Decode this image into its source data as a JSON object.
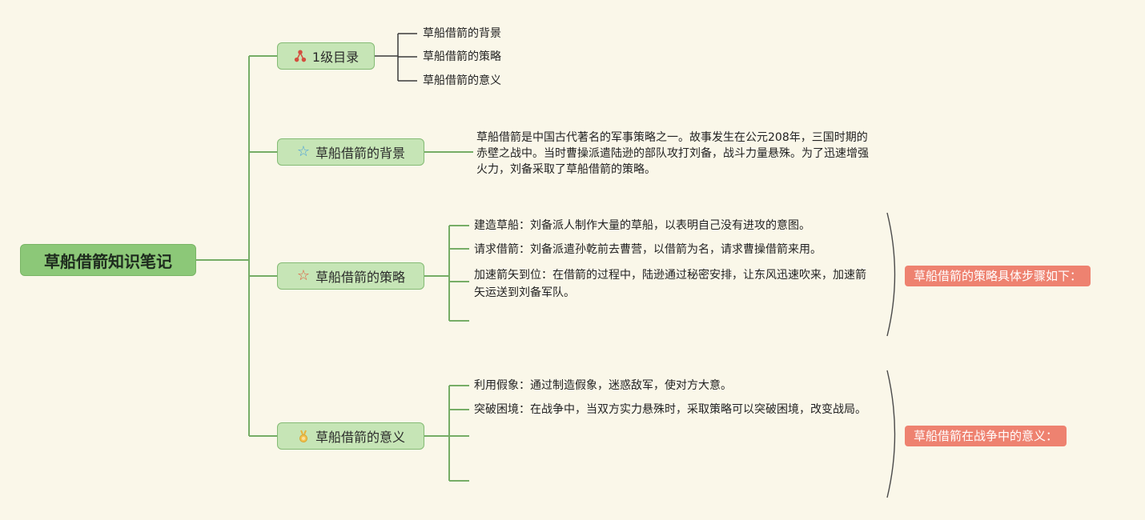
{
  "root": {
    "label": "草船借箭知识笔记"
  },
  "branches": [
    {
      "label": "1级目录",
      "icon": "sitemap-icon",
      "children": [
        "草船借箭的背景",
        "草船借箭的策略",
        "草船借箭的意义"
      ]
    },
    {
      "label": "草船借箭的背景",
      "icon": "star-icon",
      "children": [
        "草船借箭是中国古代著名的军事策略之一。故事发生在公元208年，三国时期的赤壁之战中。当时曹操派遣陆逊的部队攻打刘备，战斗力量悬殊。为了迅速增强火力，刘备采取了草船借箭的策略。"
      ]
    },
    {
      "label": "草船借箭的策略",
      "icon": "star-icon",
      "children": [
        "建造草船：刘备派人制作大量的草船，以表明自己没有进攻的意图。",
        "请求借箭：刘备派遣孙乾前去曹营，以借箭为名，请求曹操借箭来用。",
        "加速箭矢到位：在借箭的过程中，陆逊通过秘密安排，让东风迅速吹来，加速箭矢运送到刘备军队。"
      ],
      "callout": "草船借箭的策略具体步骤如下："
    },
    {
      "label": "草船借箭的意义",
      "icon": "medal-icon",
      "children": [
        "利用假象：通过制造假象，迷惑敌军，使对方大意。",
        "突破困境：在战争中，当双方实力悬殊时，采取策略可以突破困境，改变战局。"
      ],
      "callout": "草船借箭在战争中的意义："
    }
  ],
  "colors": {
    "background": "#faf7e9",
    "root_node": "#8cc878",
    "branch_node": "#c6e5b6",
    "branch_border": "#84bb74",
    "connector_green": "#76ad66",
    "connector_dark": "#3a3a3a",
    "callout": "#ee8270",
    "star_blue": "#4ba0dc",
    "star_red": "#e15a3c",
    "sitemap_red": "#d34f3f",
    "medal_yellow": "#f2c14e"
  }
}
